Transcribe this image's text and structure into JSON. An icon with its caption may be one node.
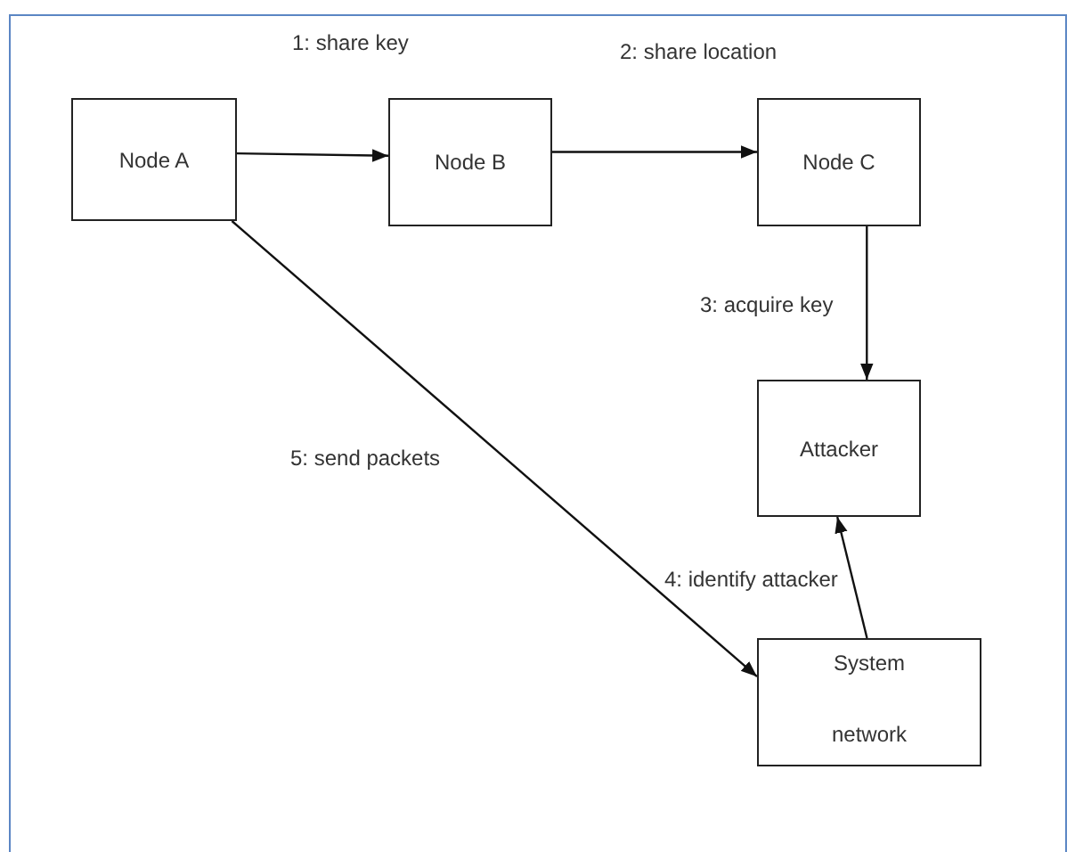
{
  "diagram": {
    "nodes": [
      {
        "text": [
          "Node A"
        ]
      },
      {
        "text": [
          "Node B"
        ]
      },
      {
        "text": [
          "Node C"
        ]
      },
      {
        "text": [
          "Attacker"
        ]
      },
      {
        "text": [
          "System",
          "network"
        ]
      }
    ],
    "edges": [
      {
        "from": 0,
        "to": 1,
        "arrow": "to",
        "label": "1: share key"
      },
      {
        "from": 1,
        "to": 2,
        "arrow": "to",
        "label": "2: share location"
      },
      {
        "from": 2,
        "to": 3,
        "arrow": "to",
        "label": "3: acquire key"
      },
      {
        "from": 4,
        "to": 3,
        "arrow": "to",
        "label": "4: identify attacker"
      },
      {
        "from": 0,
        "to": 4,
        "arrow": "to",
        "label": "5: send packets"
      }
    ]
  }
}
